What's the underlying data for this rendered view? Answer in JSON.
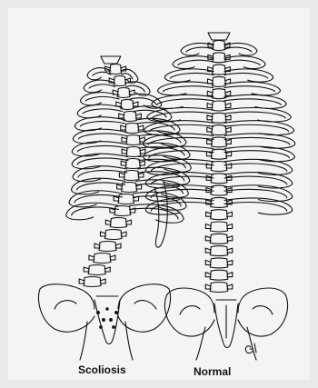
{
  "labels": {
    "scoliosis": "Scoliosis",
    "normal": "Normal"
  },
  "artist_mark": "G",
  "colors": {
    "background": "#e9e9e7",
    "paper": "#f4f4f2",
    "ink": "#111111"
  }
}
